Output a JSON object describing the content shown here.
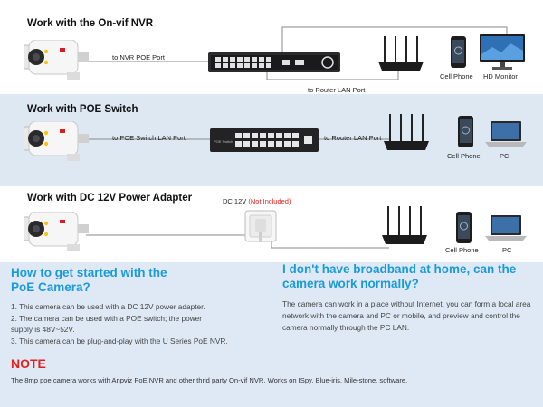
{
  "section_nvr": {
    "title": "Work with the On-vif NVR",
    "label_nvr_port": "to NVR POE Port",
    "label_router_lan": "to Router LAN Port",
    "label_phone": "Cell Phone",
    "label_monitor": "HD Monitor"
  },
  "section_switch": {
    "title": "Work with POE Switch",
    "label_switch_port": "to POE Switch LAN Port",
    "label_router_lan": "to Router LAN Port",
    "label_phone": "Cell Phone",
    "label_pc": "PC",
    "switch_brand": "POE Switch"
  },
  "section_dc": {
    "title": "Work with DC 12V Power Adapter",
    "label_dc": "DC 12V",
    "label_not_included": "(Not Included)",
    "label_phone": "Cell Phone",
    "label_pc": "PC"
  },
  "started": {
    "heading_line1": "How to get started with the",
    "heading_line2": "PoE Camera?",
    "items": [
      "1. This camera can be used with a DC 12V power adapter.",
      "2. The camera can be used with a POE switch; the power",
      "supply is 48V~52V.",
      "3. This camera can be plug-and-play with the U Series PoE NVR."
    ]
  },
  "broadband": {
    "heading_line1": "I don't have broadband at home, can the",
    "heading_line2": "camera work normally?",
    "body": "The camera can work in a place without Internet, you can form a local area network with the camera and PC or mobile, and preview and control the camera normally through the PC LAN."
  },
  "note": {
    "heading": "NOTE",
    "body": "The 8mp poe camera works with Anpviz PoE NVR and other thrid party On-vif  NVR, Works on  ISpy, Blue-iris, Mile-stone, software."
  }
}
